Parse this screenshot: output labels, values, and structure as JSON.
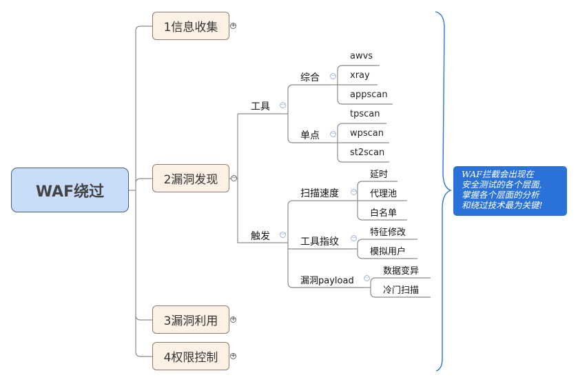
{
  "central_topic": {
    "label": "WAF绕过"
  },
  "main_topics": [
    {
      "label": "1信息收集",
      "collapsed": true
    },
    {
      "label": "2漏洞发现",
      "collapsed": false
    },
    {
      "label": "3漏洞利用",
      "collapsed": true
    },
    {
      "label": "4权限控制",
      "collapsed": true
    }
  ],
  "discovery": {
    "tools": {
      "label": "工具",
      "groups": [
        {
          "label": "综合",
          "items": [
            "awvs",
            "xray",
            "appscan"
          ]
        },
        {
          "label": "单点",
          "items": [
            "tpscan",
            "wpscan",
            "st2scan"
          ]
        }
      ]
    },
    "trigger": {
      "label": "触发",
      "groups": [
        {
          "label": "扫描速度",
          "items": [
            "延时",
            "代理池",
            "白名单"
          ]
        },
        {
          "label": "工具指纹",
          "items": [
            "特征修改",
            "模拟用户"
          ]
        },
        {
          "label": "漏洞payload",
          "items": [
            "数据变异",
            "冷门扫描"
          ]
        }
      ]
    }
  },
  "summary_callout": {
    "lines": [
      "WAF拦截会出现在",
      "安全测试的各个层面,",
      "掌握各个层面的分析",
      "和绕过技术最为关键!"
    ]
  },
  "colors": {
    "central_fill": "#c9dcf8",
    "main_fill": "#fdf1e6",
    "line": "#888888",
    "brace": "#2b72d8",
    "callout_fill": "#2b72d8"
  }
}
